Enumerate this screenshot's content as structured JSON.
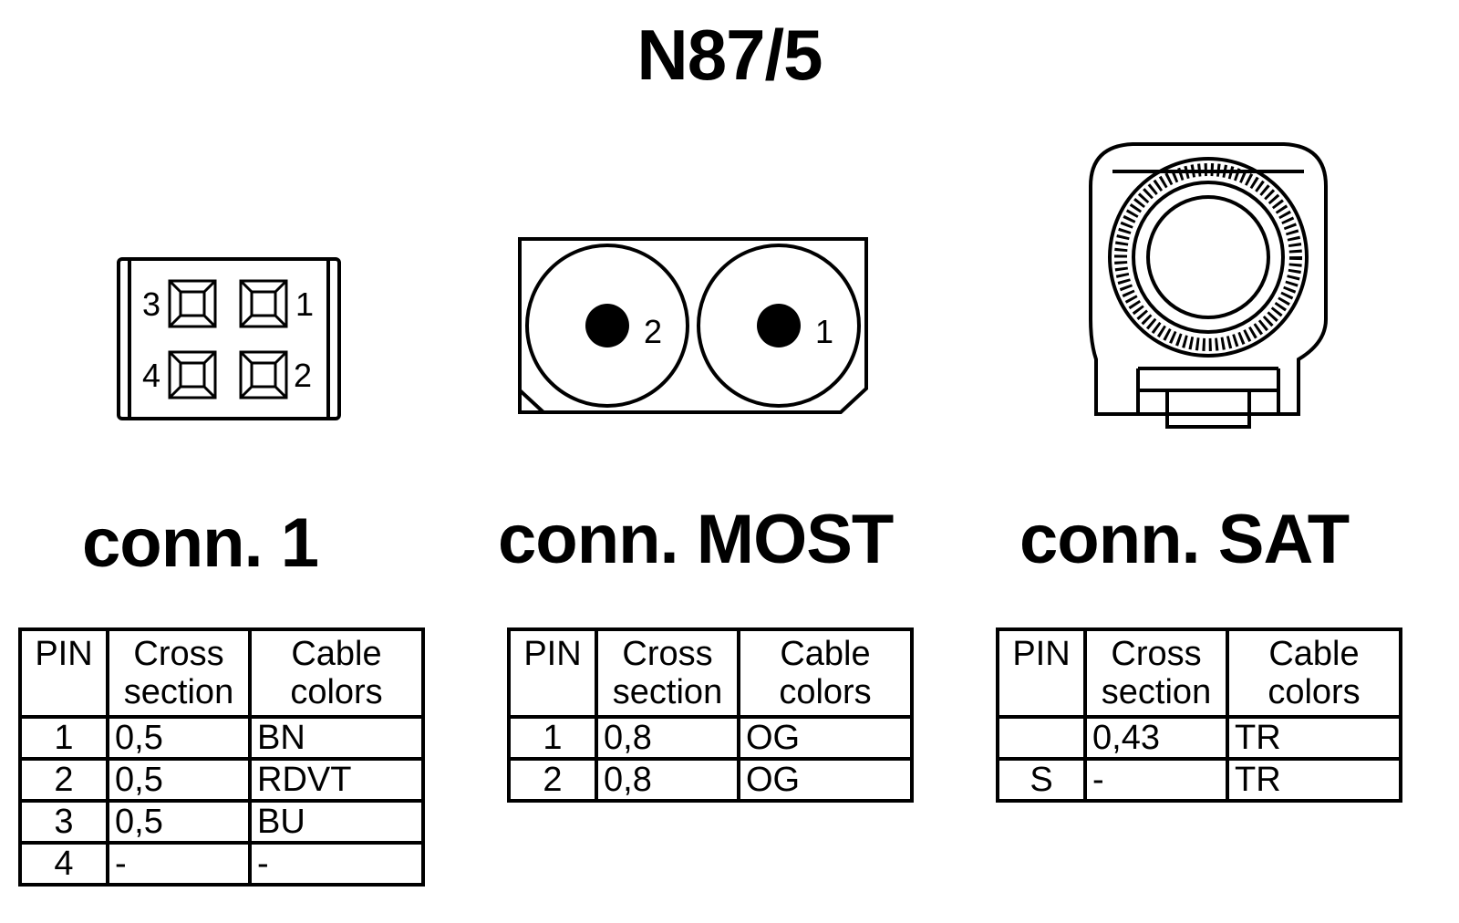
{
  "title": "N87/5",
  "connectors": [
    {
      "name": "conn. 1",
      "pin_numbers": [
        "3",
        "1",
        "4",
        "2"
      ],
      "table": {
        "headers": {
          "pin": "PIN",
          "cross_1": "Cross",
          "cross_2": "section",
          "colors_1": "Cable",
          "colors_2": "colors"
        },
        "rows": [
          {
            "pin": "1",
            "cross_section": "0,5",
            "color": "BN"
          },
          {
            "pin": "2",
            "cross_section": "0,5",
            "color": "RDVT"
          },
          {
            "pin": "3",
            "cross_section": "0,5",
            "color": "BU"
          },
          {
            "pin": "4",
            "cross_section": "-",
            "color": "-"
          }
        ]
      }
    },
    {
      "name": "conn. MOST",
      "pin_numbers": [
        "2",
        "1"
      ],
      "table": {
        "headers": {
          "pin": "PIN",
          "cross_1": "Cross",
          "cross_2": "section",
          "colors_1": "Cable",
          "colors_2": "colors"
        },
        "rows": [
          {
            "pin": "1",
            "cross_section": "0,8",
            "color": "OG"
          },
          {
            "pin": "2",
            "cross_section": "0,8",
            "color": "OG"
          }
        ]
      }
    },
    {
      "name": "conn. SAT",
      "table": {
        "headers": {
          "pin": "PIN",
          "cross_1": "Cross",
          "cross_2": "section",
          "colors_1": "Cable",
          "colors_2": "colors"
        },
        "rows": [
          {
            "pin": "",
            "cross_section": "0,43",
            "color": "TR"
          },
          {
            "pin": "S",
            "cross_section": "-",
            "color": "TR"
          }
        ]
      }
    }
  ]
}
